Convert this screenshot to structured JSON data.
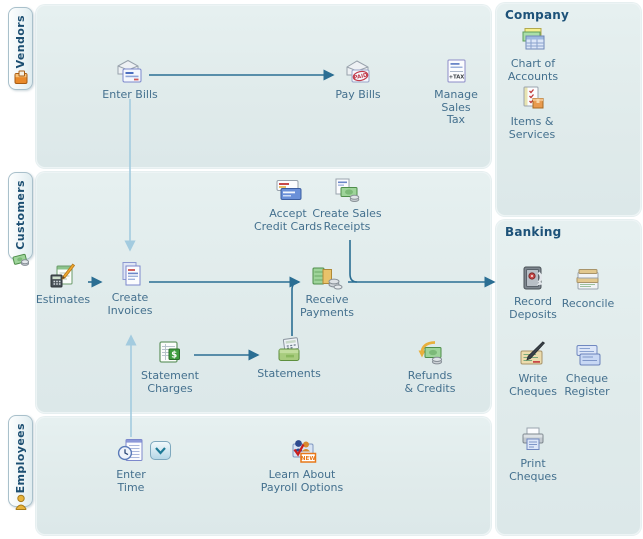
{
  "app": "QuickBooks Home Page workflow",
  "tabs": {
    "vendors": "Vendors",
    "customers": "Customers",
    "employees": "Employees"
  },
  "sections": {
    "company": "Company",
    "banking": "Banking"
  },
  "nodes": {
    "enter_bills": {
      "label": "Enter Bills"
    },
    "pay_bills": {
      "label": "Pay Bills"
    },
    "manage_sales_tax": {
      "label": "Manage Sales Tax"
    },
    "chart_of_accounts": {
      "label": "Chart of Accounts"
    },
    "items_services": {
      "label": "Items & Services"
    },
    "accept_credit_cards": {
      "label": "Accept Credit Cards"
    },
    "create_sales_receipts": {
      "label": "Create Sales Receipts"
    },
    "estimates": {
      "label": "Estimates"
    },
    "create_invoices": {
      "label": "Create Invoices"
    },
    "receive_payments": {
      "label": "Receive Payments"
    },
    "statement_charges": {
      "label": "Statement Charges"
    },
    "statements": {
      "label": "Statements"
    },
    "refunds_credits": {
      "label": "Refunds & Credits"
    },
    "record_deposits": {
      "label": "Record Deposits"
    },
    "reconcile": {
      "label": "Reconcile"
    },
    "write_cheques": {
      "label": "Write Cheques"
    },
    "cheque_register": {
      "label": "Cheque Register"
    },
    "print_cheques": {
      "label": "Print Cheques"
    },
    "enter_time": {
      "label": "Enter Time"
    },
    "learn_payroll": {
      "label": "Learn About Payroll Options"
    }
  },
  "icons": [
    "vendors-box-icon",
    "customers-money-icon",
    "employees-person-icon",
    "enter-bills-icon",
    "pay-bills-icon",
    "manage-sales-tax-icon",
    "chart-of-accounts-icon",
    "items-services-icon",
    "accept-credit-cards-icon",
    "create-sales-receipts-icon",
    "estimates-icon",
    "create-invoices-icon",
    "receive-payments-icon",
    "statement-charges-icon",
    "statements-icon",
    "refunds-credits-icon",
    "record-deposits-icon",
    "reconcile-icon",
    "write-cheques-icon",
    "cheque-register-icon",
    "print-cheques-icon",
    "enter-time-icon",
    "chevron-down-icon",
    "learn-payroll-icon",
    "new-badge"
  ],
  "colors": {
    "panel_bg": "#e0ebeb",
    "flow_line_dark": "#2b6e93",
    "flow_line_light": "#a3cbdf",
    "section_title": "#1d5279",
    "node_label": "#44708e",
    "tab_text": "#1b4e71"
  }
}
